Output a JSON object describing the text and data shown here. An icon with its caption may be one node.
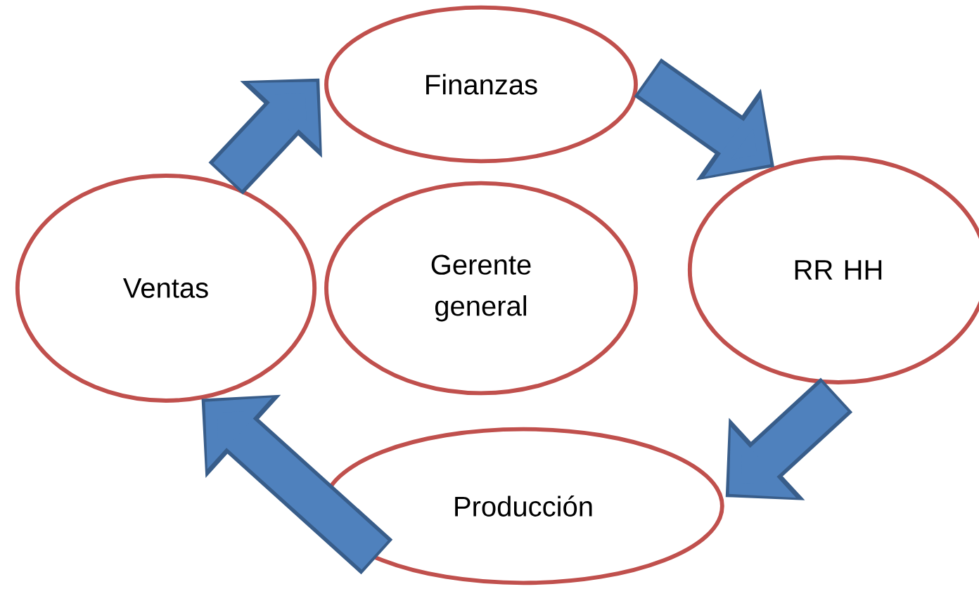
{
  "diagram": {
    "nodes": [
      {
        "text": [
          "Finanzas"
        ]
      },
      {
        "text": [
          "RR HH"
        ]
      },
      {
        "text": [
          "Gerente general"
        ]
      },
      {
        "text": [
          "Ventas"
        ]
      },
      {
        "text": [
          "Producción"
        ]
      }
    ],
    "edges": [
      {
        "from": 3,
        "to": 0,
        "arrow": "to"
      },
      {
        "from": 0,
        "to": 1,
        "arrow": "to"
      },
      {
        "from": 1,
        "to": 4,
        "arrow": "to"
      },
      {
        "from": 4,
        "to": 3,
        "arrow": "to"
      }
    ]
  }
}
